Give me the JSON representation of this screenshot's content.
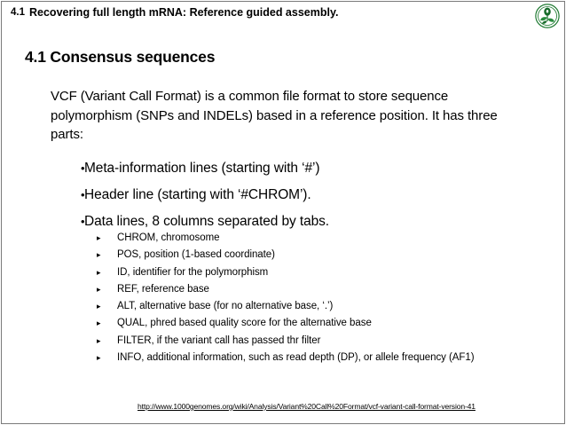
{
  "header": {
    "number": "4.1",
    "title": "Recovering full length mRNA: Reference guided assembly.",
    "logo_icon": "plant-leaf-circle-logo",
    "logo_color": "#1f7a32"
  },
  "section": {
    "title": "4.1 Consensus sequences",
    "paragraph": "VCF (Variant Call Format) is a common file format to store sequence polymorphism (SNPs and INDELs) based in a reference position. It has three parts:"
  },
  "bullets": [
    {
      "marker": "•",
      "text": "Meta-information lines (starting with ‘#’)"
    },
    {
      "marker": "•",
      "text": "Header line (starting with ‘#CHROM’)."
    },
    {
      "marker": "•",
      "text": "Data lines, 8 columns separated by tabs."
    }
  ],
  "sub_bullets": [
    {
      "marker": "▸",
      "text": "CHROM, chromosome"
    },
    {
      "marker": "▸",
      "text": "POS, position (1-based coordinate)"
    },
    {
      "marker": "▸",
      "text": "ID, identifier for the polymorphism"
    },
    {
      "marker": "▸",
      "text": "REF, reference base"
    },
    {
      "marker": "▸",
      "text": "ALT, alternative base (for no alternative base, ‘.’)"
    },
    {
      "marker": "▸",
      "text": "QUAL, phred based quality score for the alternative base"
    },
    {
      "marker": "▸",
      "text": "FILTER, if the variant call has passed thr filter"
    },
    {
      "marker": "▸",
      "text": "INFO, additional information, such as read depth (DP), or allele frequency (AF1)"
    }
  ],
  "footer": {
    "link": "http://www.1000genomes.org/wiki/Analysis/Variant%20Call%20Format/vcf-variant-call-format-version-41"
  }
}
